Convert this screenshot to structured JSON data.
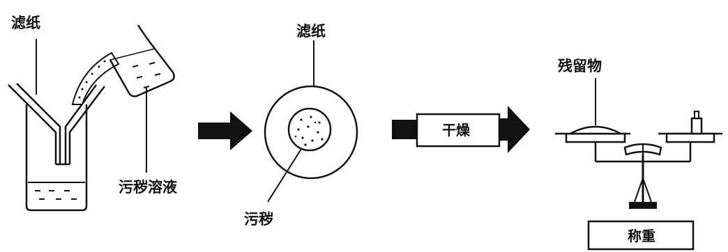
{
  "labels": {
    "filter_paper_left": "滤纸",
    "solution": "污秽溶液",
    "filter_paper_center": "滤纸",
    "dirt": "污秽",
    "dry": "干燥",
    "residue": "残留物",
    "weigh": "称重"
  },
  "colors": {
    "ink": "#111111",
    "paper": "#ffffff"
  }
}
